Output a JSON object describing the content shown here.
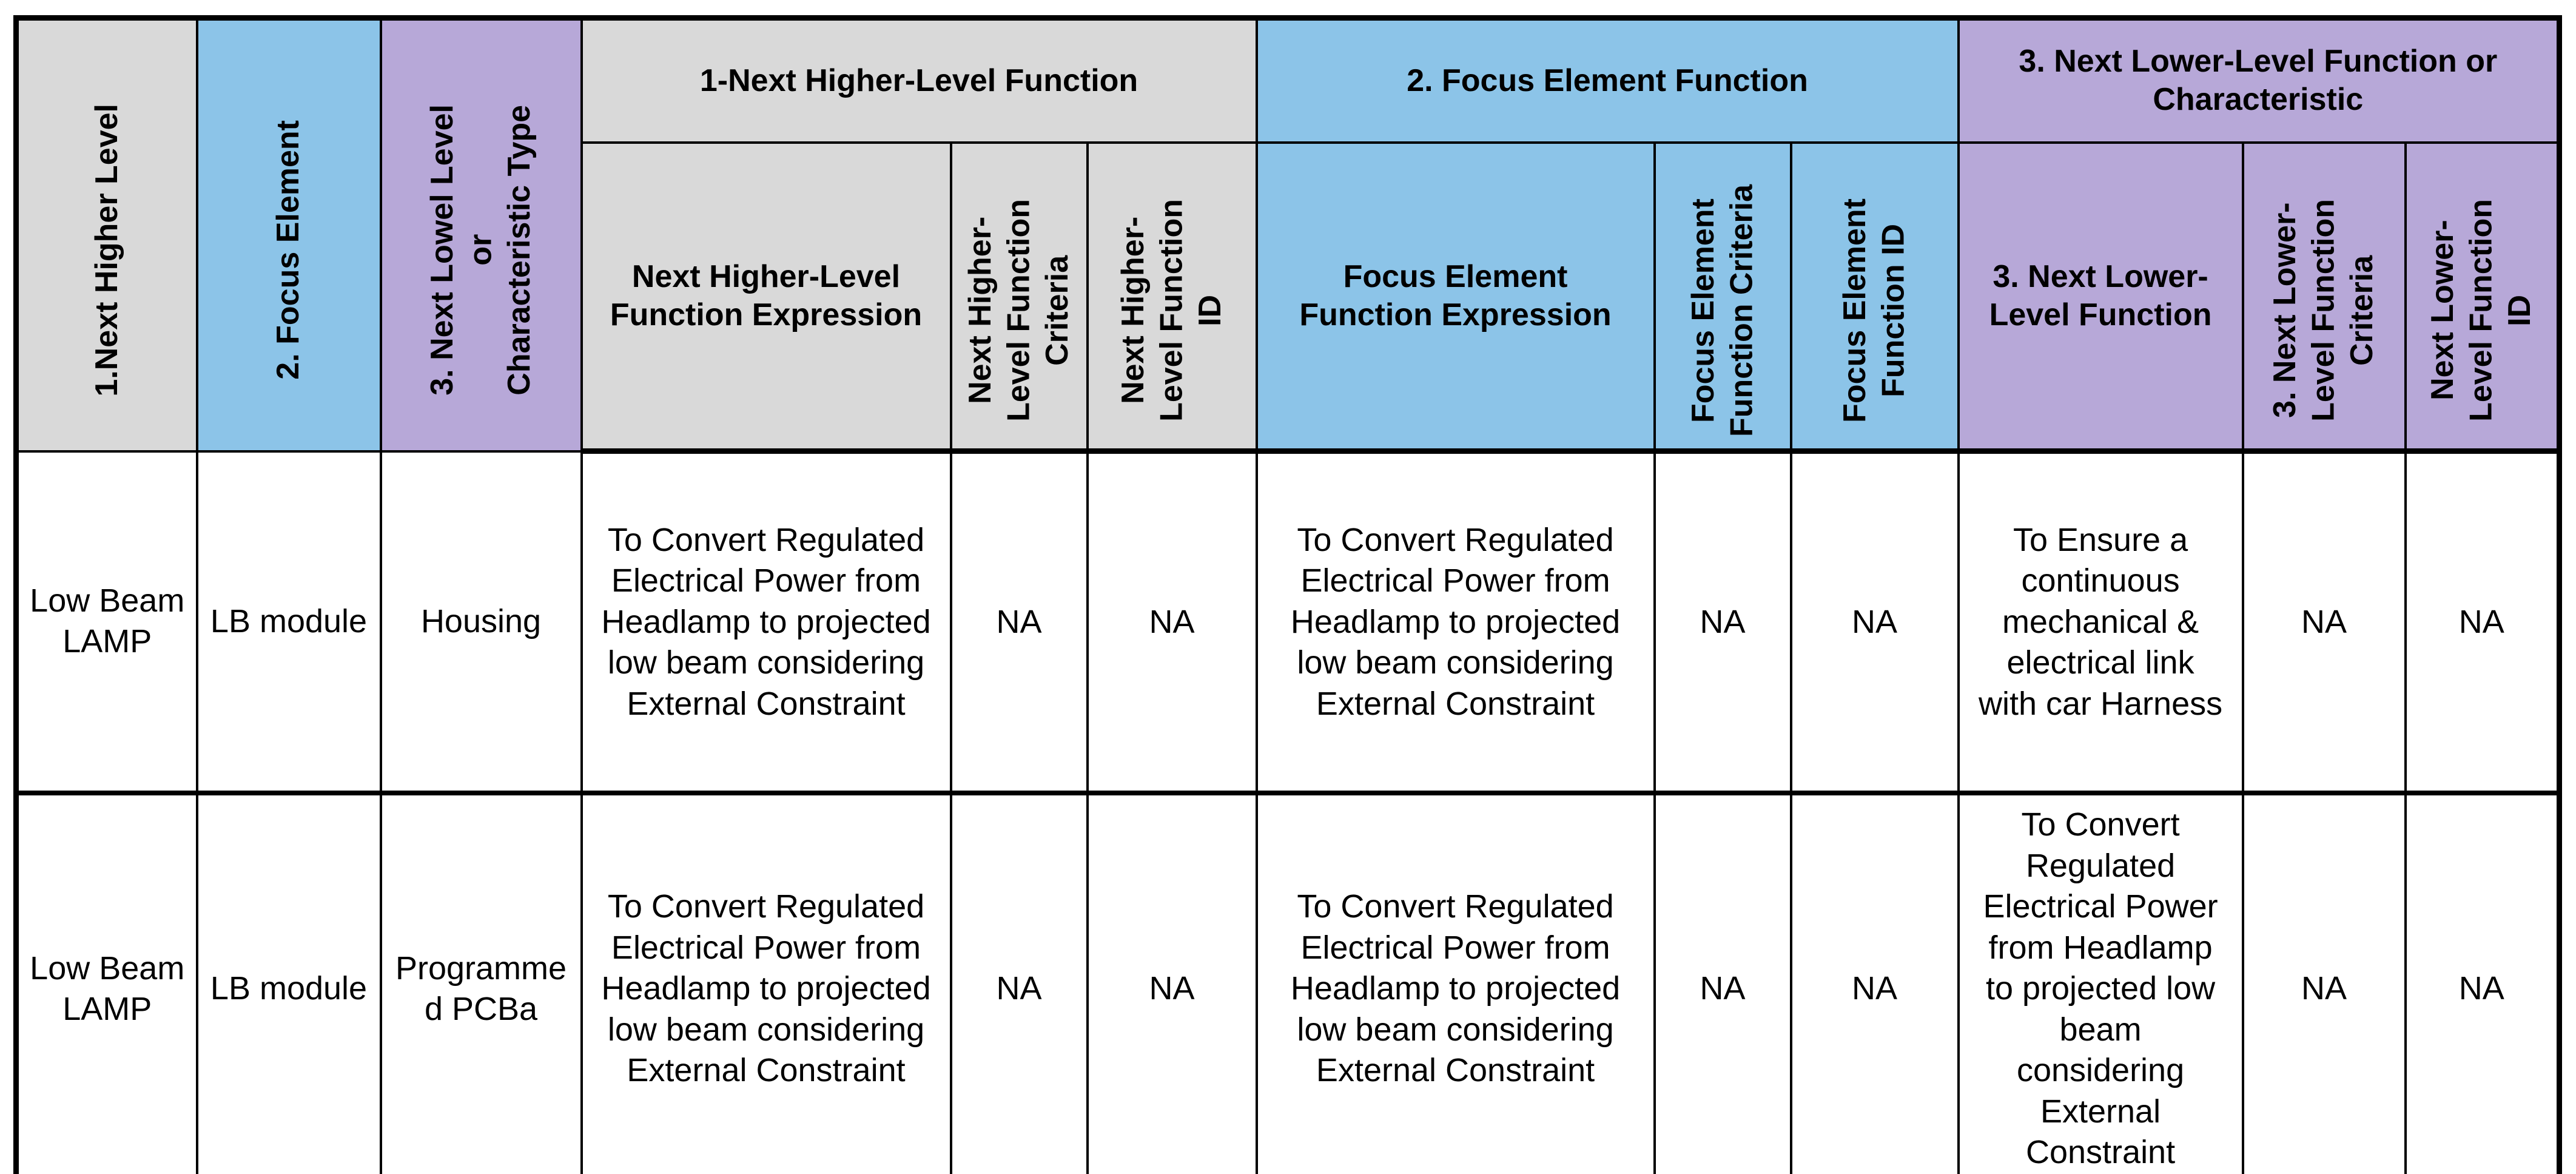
{
  "colors": {
    "header_gray": "#D9D9D9",
    "header_blue": "#8CC4E8",
    "header_purple": "#B7A8D8",
    "border": "#000000",
    "body_background": "#FFFFFF"
  },
  "left_headers": [
    {
      "label": "1.Next Higher Level"
    },
    {
      "label": "2. Focus Element"
    },
    {
      "label": "3. Next Lowel Level\nor\nCharacteristic Type"
    }
  ],
  "groups": [
    {
      "label": "1-Next Higher-Level Function",
      "subs": [
        {
          "label": "Next Higher-Level\nFunction Expression"
        },
        {
          "label": "Next Higher-\nLevel Function\nCriteria"
        },
        {
          "label": "Next Higher-\nLevel Function\nID"
        }
      ]
    },
    {
      "label": "2. Focus Element Function",
      "subs": [
        {
          "label": "Focus Element\nFunction Expression"
        },
        {
          "label": "Focus Element\nFunction Criteria"
        },
        {
          "label": "Focus Element\nFunction ID"
        }
      ]
    },
    {
      "label": "3. Next Lower-Level Function or\nCharacteristic",
      "subs": [
        {
          "label": "3. Next Lower-\nLevel Function"
        },
        {
          "label": "3. Next Lower-\nLevel Function\nCriteria"
        },
        {
          "label": "Next Lower-\nLevel Function\nID"
        }
      ]
    }
  ],
  "rows": [
    {
      "cells": [
        "Low Beam\nLAMP",
        "LB module",
        "Housing",
        "To Convert Regulated\nElectrical Power from\nHeadlamp to projected\nlow beam considering\nExternal Constraint",
        "NA",
        "NA",
        "To Convert Regulated\nElectrical Power from\nHeadlamp to projected\nlow beam considering\nExternal Constraint",
        "NA",
        "NA",
        "To Ensure a\ncontinuous\nmechanical &\nelectrical link\nwith car Harness",
        "NA",
        "NA"
      ]
    },
    {
      "cells": [
        "Low Beam\nLAMP",
        "LB module",
        "Programme\nd PCBa",
        "To Convert Regulated\nElectrical Power from\nHeadlamp to projected\nlow beam considering\nExternal Constraint",
        "NA",
        "NA",
        "To Convert Regulated\nElectrical Power from\nHeadlamp to projected\nlow beam considering\nExternal Constraint",
        "NA",
        "NA",
        "To Convert\nRegulated\nElectrical Power\nfrom Headlamp\nto projected low\nbeam\nconsidering\nExternal\nConstraint",
        "NA",
        "NA"
      ]
    }
  ]
}
